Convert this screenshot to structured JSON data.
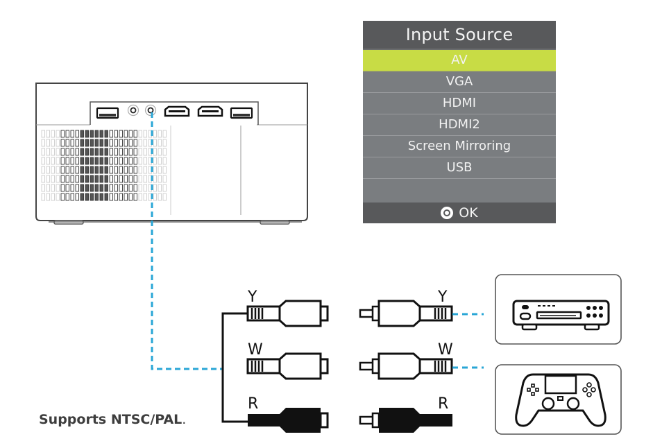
{
  "menu": {
    "title": "Input Source",
    "items": [
      {
        "label": "AV",
        "selected": true
      },
      {
        "label": "VGA",
        "selected": false
      },
      {
        "label": "HDMI",
        "selected": false
      },
      {
        "label": "HDMI2",
        "selected": false
      },
      {
        "label": "Screen Mirroring",
        "selected": false
      },
      {
        "label": "USB",
        "selected": false
      }
    ],
    "footer_label": "OK",
    "footer_icon": "ok-circle-icon"
  },
  "colors": {
    "menu_title_bg": "#58595b",
    "menu_body_bg": "#7a7d80",
    "menu_selected_bg": "#c8dc45",
    "cable_dash": "#29a6d6",
    "outline": "#111111"
  },
  "projector": {
    "ports": [
      {
        "icon": "usb-port-icon"
      },
      {
        "icon": "audio-jack-icon"
      },
      {
        "icon": "av-jack-icon",
        "connected": true
      },
      {
        "icon": "hdmi-port-icon"
      },
      {
        "icon": "hdmi-port-icon"
      },
      {
        "icon": "usb-port-icon"
      }
    ]
  },
  "cable": {
    "left_labels": [
      "Y",
      "W",
      "R"
    ],
    "right_labels": [
      "Y",
      "W",
      "R"
    ]
  },
  "devices": [
    {
      "name": "dvd-player",
      "icon": "dvd-player-icon"
    },
    {
      "name": "game-controller",
      "icon": "game-controller-icon"
    }
  ],
  "note": {
    "text": "Supports NTSC/PAL",
    "suffix": "."
  }
}
